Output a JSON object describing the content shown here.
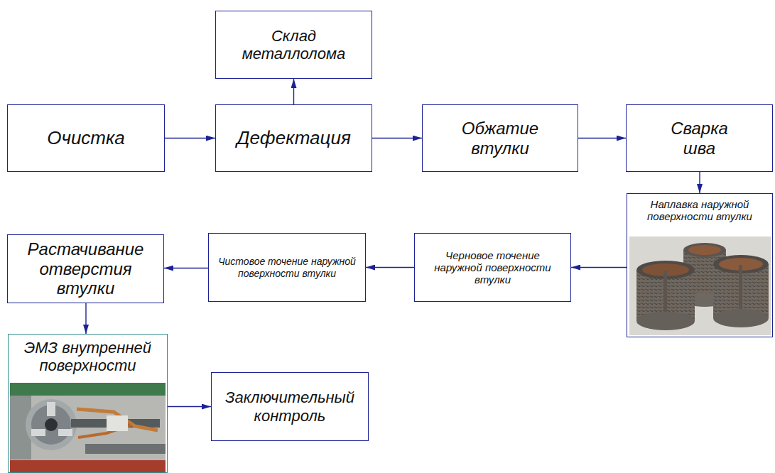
{
  "diagram": {
    "nodes": [
      {
        "text": [
          "Склад металлолома"
        ]
      },
      {
        "text": [
          "Очистка"
        ]
      },
      {
        "text": [
          "Дефектация"
        ]
      },
      {
        "text": [
          "Обжатие втулки"
        ]
      },
      {
        "text": [
          "Сварка шва"
        ]
      },
      {
        "text": [
          "Наплавка наружной поверхности втулки"
        ]
      },
      {
        "text": [
          "Черновое точение наружной поверхности втулки"
        ]
      },
      {
        "text": [
          "Чистовое точение наружной поверхности втулки"
        ]
      },
      {
        "text": [
          "Растачивание отверстия втулки"
        ]
      },
      {
        "text": [
          "ЭМЗ внутренней поверхности"
        ]
      },
      {
        "text": [
          "Заключительный контроль"
        ]
      }
    ],
    "edges": [
      {
        "from": 1,
        "to": 2,
        "arrow": "to"
      },
      {
        "from": 2,
        "to": 0,
        "arrow": "to"
      },
      {
        "from": 2,
        "to": 3,
        "arrow": "to"
      },
      {
        "from": 3,
        "to": 4,
        "arrow": "to"
      },
      {
        "from": 4,
        "to": 5,
        "arrow": "to"
      },
      {
        "from": 5,
        "to": 6,
        "arrow": "to"
      },
      {
        "from": 6,
        "to": 7,
        "arrow": "to"
      },
      {
        "from": 7,
        "to": 8,
        "arrow": "to"
      },
      {
        "from": 8,
        "to": 9,
        "arrow": "to"
      },
      {
        "from": 9,
        "to": 10,
        "arrow": "to"
      }
    ]
  }
}
